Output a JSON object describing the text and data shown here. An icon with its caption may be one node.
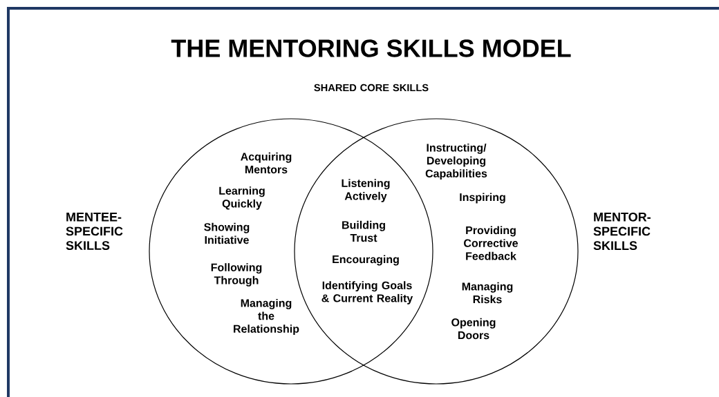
{
  "diagram": {
    "title": "THE MENTORING SKILLS MODEL",
    "nodes": [
      {
        "text": [
          "Acquiring Mentors",
          "Learning Quickly",
          "Showing Initiative",
          "Following Through",
          "Managing the Relationship"
        ]
      },
      {
        "text": [
          "Instructing/ Developing Capabilities",
          "Inspiring",
          "Providing Corrective Feedback",
          "Managing Risks",
          "Opening Doors"
        ]
      },
      {
        "text": [
          "Listening Actively",
          "Building Trust",
          "Encouraging",
          "Identifying Goals & Current Reality"
        ]
      }
    ],
    "labels": [
      "SHARED CORE SKILLS",
      "MENTEE-SPECIFIC SKILLS",
      "MENTOR-SPECIFIC SKILLS"
    ]
  }
}
